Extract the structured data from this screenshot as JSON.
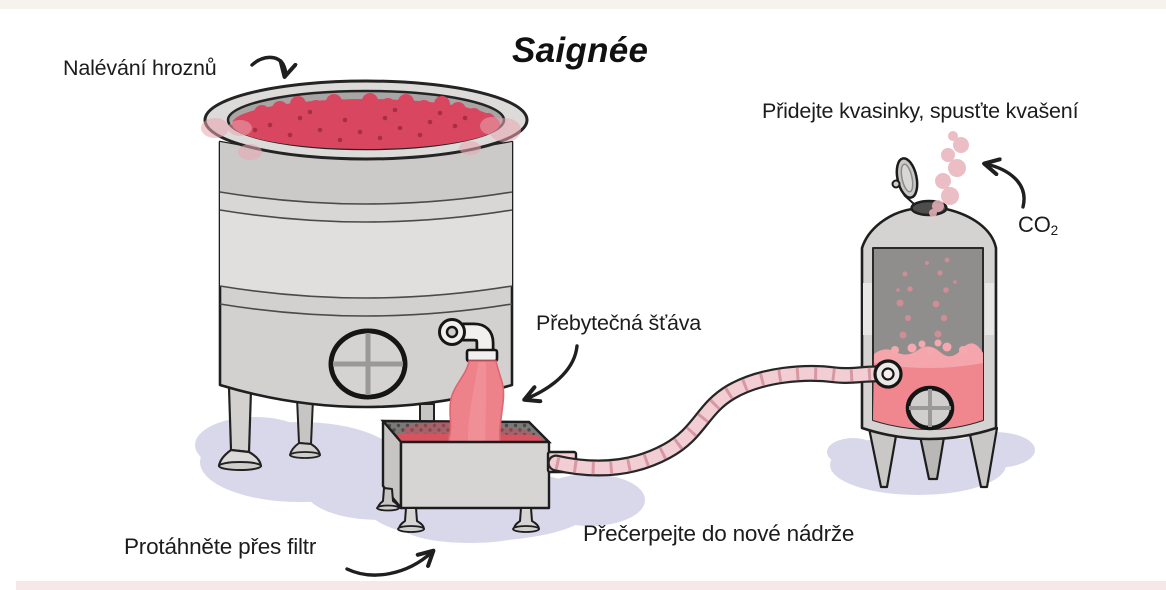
{
  "title": "Saignée",
  "labels": {
    "pour_grapes": "Nalévání hroznů",
    "add_yeast": "Přidejte kvasinky, spusťte kvašení",
    "co2_base": "CO",
    "co2_sub": "2",
    "excess_juice": "Přebytečná šťáva",
    "filter": "Protáhněte přes filtr",
    "pump": "Přečerpejte do nové nádrže"
  },
  "diagram": {
    "type": "process-flow-illustration",
    "subject": "Saignée rosé winemaking method"
  },
  "colors": {
    "background": "#ffffff",
    "ink": "#1c1c1c",
    "tank_gray": "#d2d1d0",
    "tank_band_light": "#e0dfde",
    "grape_red": "#d8465f",
    "juice_pink": "#ee828b",
    "hose_pink": "#f2cdd3",
    "liquid_pink": "#f0878f",
    "smoke_pink": "#e8b2ba",
    "shadow_lavender": "#d9d8eb",
    "mesh_dark": "#7b7a79"
  }
}
